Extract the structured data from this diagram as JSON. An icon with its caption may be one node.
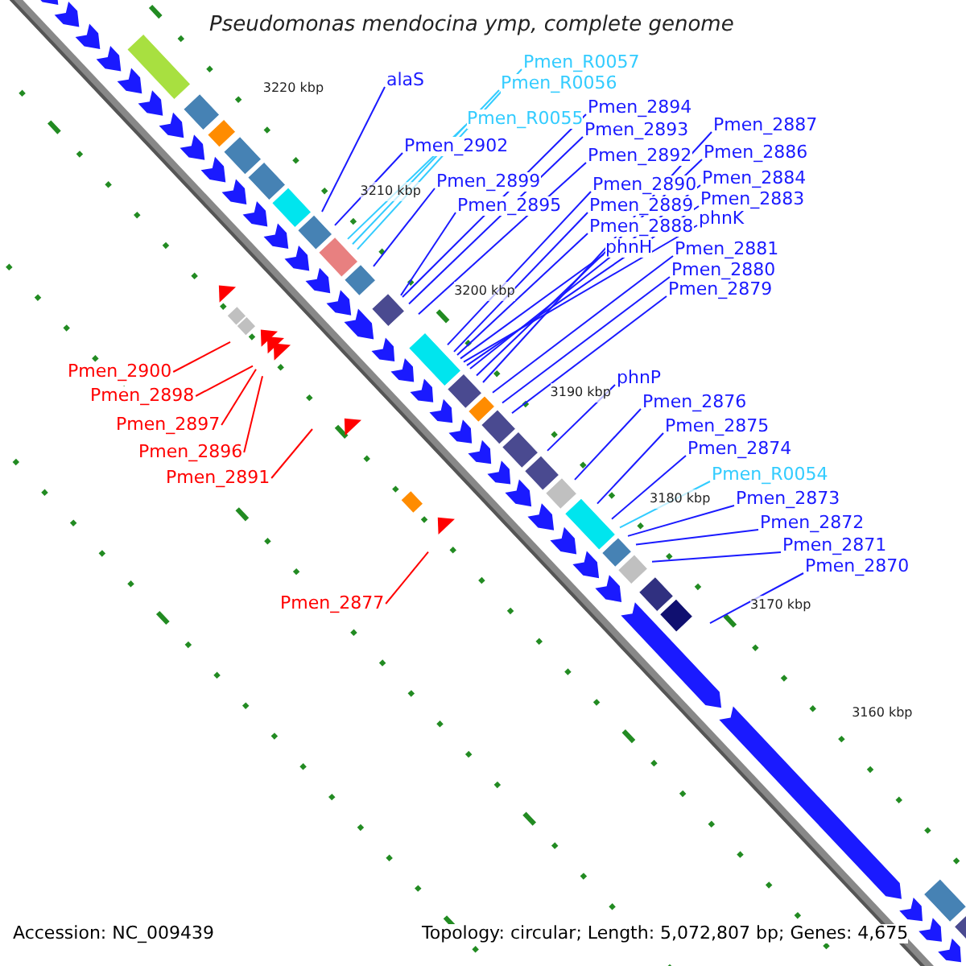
{
  "diagram": {
    "title": "Pseudomonas mendocina ymp, complete genome",
    "nodes": [
      {
        "text": [
          "Pmen_R0057"
        ]
      },
      {
        "text": [
          "Pmen_R0056"
        ]
      },
      {
        "text": [
          "alaS"
        ]
      },
      {
        "text": [
          "Pmen_2894"
        ]
      },
      {
        "text": [
          "Pmen_R0055"
        ]
      },
      {
        "text": [
          "Pmen_2893"
        ]
      },
      {
        "text": [
          "Pmen_2887"
        ]
      },
      {
        "text": [
          "Pmen_2902"
        ]
      },
      {
        "text": [
          "Pmen_2886"
        ]
      },
      {
        "text": [
          "Pmen_2892"
        ]
      },
      {
        "text": [
          "Pmen_2884"
        ]
      },
      {
        "text": [
          "Pmen_2899"
        ]
      },
      {
        "text": [
          "Pmen_2890"
        ]
      },
      {
        "text": [
          "Pmen_2883"
        ]
      },
      {
        "text": [
          "Pmen_2889"
        ]
      },
      {
        "text": [
          "Pmen_2895"
        ]
      },
      {
        "text": [
          "phnK"
        ]
      },
      {
        "text": [
          "Pmen_2888"
        ]
      },
      {
        "text": [
          "phnH"
        ]
      },
      {
        "text": [
          "Pmen_2881"
        ]
      },
      {
        "text": [
          "Pmen_2880"
        ]
      },
      {
        "text": [
          "Pmen_2879"
        ]
      },
      {
        "text": [
          "Pmen_2900"
        ]
      },
      {
        "text": [
          "phnP"
        ]
      },
      {
        "text": [
          "Pmen_2898"
        ]
      },
      {
        "text": [
          "Pmen_2876"
        ]
      },
      {
        "text": [
          "Pmen_2897"
        ]
      },
      {
        "text": [
          "Pmen_2875"
        ]
      },
      {
        "text": [
          "Pmen_2896"
        ]
      },
      {
        "text": [
          "Pmen_2874"
        ]
      },
      {
        "text": [
          "Pmen_2891"
        ]
      },
      {
        "text": [
          "Pmen_R0054"
        ]
      },
      {
        "text": [
          "Pmen_2873"
        ]
      },
      {
        "text": [
          "Pmen_2872"
        ]
      },
      {
        "text": [
          "Pmen_2871"
        ]
      },
      {
        "text": [
          "Pmen_2870"
        ]
      },
      {
        "text": [
          "Pmen_2877"
        ]
      }
    ],
    "edges": [
      {
        "from": 0,
        "to": null,
        "arrow": "none",
        "color": "#33ccff"
      },
      {
        "from": 1,
        "to": null,
        "arrow": "none",
        "color": "#33ccff"
      },
      {
        "from": 2,
        "to": null,
        "arrow": "none"
      },
      {
        "from": 3,
        "to": null,
        "arrow": "none"
      },
      {
        "from": 4,
        "to": null,
        "arrow": "none",
        "color": "#33ccff"
      },
      {
        "from": 5,
        "to": null,
        "arrow": "none"
      },
      {
        "from": 6,
        "to": null,
        "arrow": "none"
      },
      {
        "from": 7,
        "to": null,
        "arrow": "none"
      },
      {
        "from": 8,
        "to": null,
        "arrow": "none"
      },
      {
        "from": 9,
        "to": null,
        "arrow": "none"
      },
      {
        "from": 10,
        "to": null,
        "arrow": "none"
      },
      {
        "from": 11,
        "to": null,
        "arrow": "none"
      },
      {
        "from": 12,
        "to": null,
        "arrow": "none"
      },
      {
        "from": 13,
        "to": null,
        "arrow": "none"
      },
      {
        "from": 14,
        "to": null,
        "arrow": "none"
      },
      {
        "from": 15,
        "to": null,
        "arrow": "none"
      },
      {
        "from": 16,
        "to": null,
        "arrow": "none"
      },
      {
        "from": 17,
        "to": null,
        "arrow": "none"
      },
      {
        "from": 18,
        "to": null,
        "arrow": "none"
      },
      {
        "from": 19,
        "to": null,
        "arrow": "none"
      },
      {
        "from": 20,
        "to": null,
        "arrow": "none"
      },
      {
        "from": 21,
        "to": null,
        "arrow": "none"
      },
      {
        "from": 22,
        "to": null,
        "arrow": "none",
        "color": "#ff0000"
      },
      {
        "from": 23,
        "to": null,
        "arrow": "none"
      },
      {
        "from": 24,
        "to": null,
        "arrow": "none",
        "color": "#ff0000"
      },
      {
        "from": 25,
        "to": null,
        "arrow": "none"
      },
      {
        "from": 26,
        "to": null,
        "arrow": "none",
        "color": "#ff0000"
      },
      {
        "from": 27,
        "to": null,
        "arrow": "none"
      },
      {
        "from": 28,
        "to": null,
        "arrow": "none",
        "color": "#ff0000"
      },
      {
        "from": 29,
        "to": null,
        "arrow": "none"
      },
      {
        "from": 30,
        "to": null,
        "arrow": "none",
        "color": "#ff0000"
      },
      {
        "from": 31,
        "to": null,
        "arrow": "none",
        "color": "#33ccff"
      },
      {
        "from": 32,
        "to": null,
        "arrow": "none"
      },
      {
        "from": 33,
        "to": null,
        "arrow": "none"
      },
      {
        "from": 34,
        "to": null,
        "arrow": "none"
      },
      {
        "from": 35,
        "to": null,
        "arrow": "none"
      },
      {
        "from": 36,
        "to": null,
        "arrow": "none",
        "color": "#ff0000"
      }
    ],
    "labels": [
      "3220 kbp",
      "3210 kbp",
      "3200 kbp",
      "3190 kbp",
      "3180 kbp",
      "3170 kbp",
      "3160 kbp",
      "Accession: NC_009439",
      "Topology: circular; Length: 5,072,807 bp; Genes: 4,675"
    ]
  }
}
